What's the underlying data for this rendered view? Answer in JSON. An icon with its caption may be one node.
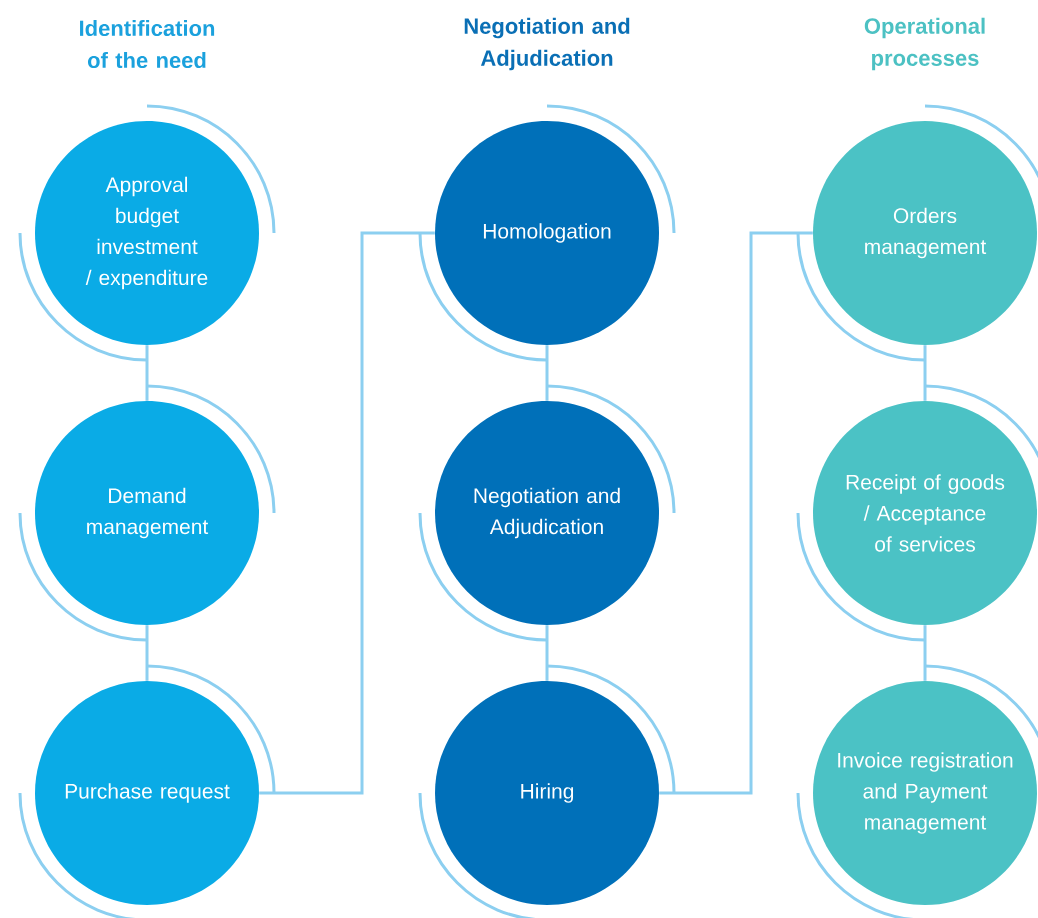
{
  "diagram": {
    "nodes": [
      {
        "text": [
          "Approval budget investment / expenditure"
        ]
      },
      {
        "text": [
          "Demand management"
        ]
      },
      {
        "text": [
          "Purchase request"
        ]
      },
      {
        "text": [
          "Homologation"
        ]
      },
      {
        "text": [
          "Negotiation and Adjudication"
        ]
      },
      {
        "text": [
          "Hiring"
        ]
      },
      {
        "text": [
          "Orders management"
        ]
      },
      {
        "text": [
          "Receipt of goods / Acceptance of services"
        ]
      },
      {
        "text": [
          "Invoice registration and Payment management"
        ]
      }
    ],
    "edges": [
      {
        "from": 0,
        "to": 1,
        "arrow": "none"
      },
      {
        "from": 1,
        "to": 2,
        "arrow": "none"
      },
      {
        "from": 2,
        "to": 3,
        "arrow": "none"
      },
      {
        "from": 3,
        "to": 4,
        "arrow": "none"
      },
      {
        "from": 4,
        "to": 5,
        "arrow": "none"
      },
      {
        "from": 5,
        "to": 6,
        "arrow": "none"
      },
      {
        "from": 6,
        "to": 7,
        "arrow": "none"
      },
      {
        "from": 7,
        "to": 8,
        "arrow": "none"
      }
    ],
    "labels": [
      "Identification of the need",
      "Negotiation and Adjudication",
      "Operational processes"
    ]
  }
}
